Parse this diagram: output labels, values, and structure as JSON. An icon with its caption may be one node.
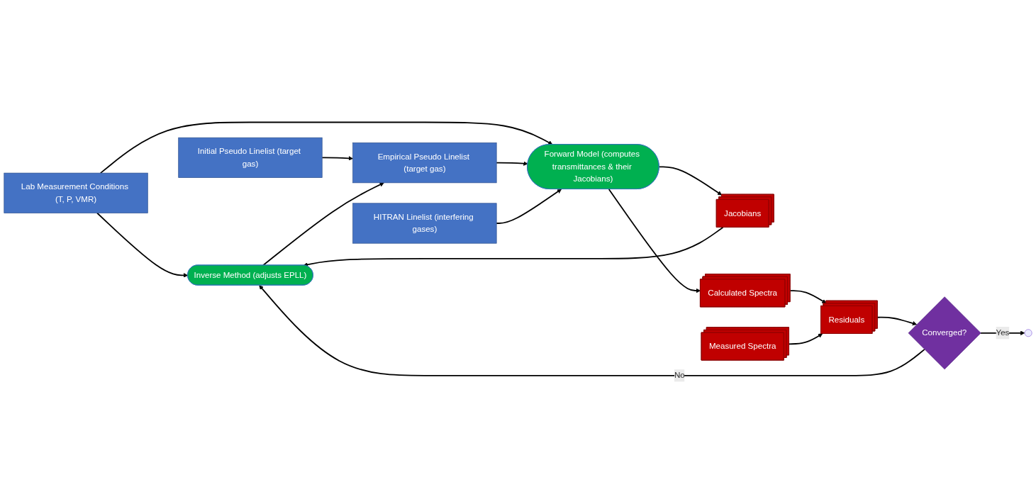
{
  "diagram": {
    "nodes": [
      {
        "text": [
          "Inverse Method (adjusts EPLL)"
        ]
      },
      {
        "text": [
          "Converged?"
        ]
      },
      {
        "text": [
          "Initial Pseudo Linelist (target gas)"
        ]
      },
      {
        "text": [
          "Lab Measurement Conditions (T, P, VMR)"
        ]
      },
      {
        "text": [
          "Jacobians"
        ]
      },
      {
        "text": [
          "Empirical Pseudo Linelist (target gas)"
        ]
      },
      {
        "text": [
          "Forward Model (computes transmittances & their Jacobians)"
        ]
      },
      {
        "text": [
          "Calculated Spectra"
        ]
      },
      {
        "text": [
          "Residuals"
        ]
      },
      {
        "text": [
          "HITRAN Linelist (interfering gases)"
        ]
      },
      {
        "text": [
          "Measured Spectra"
        ]
      }
    ],
    "edges": [
      {
        "from": 1,
        "to": 0,
        "arrow": "to",
        "label": "No"
      },
      {
        "from": 1,
        "to": null,
        "arrow": "to",
        "label": "Yes"
      },
      {
        "from": 2,
        "to": 5,
        "arrow": "to"
      },
      {
        "from": 0,
        "to": 5,
        "arrow": "to"
      },
      {
        "from": 3,
        "to": 0,
        "arrow": "to"
      },
      {
        "from": 3,
        "to": 6,
        "arrow": "to"
      },
      {
        "from": 5,
        "to": 6,
        "arrow": "to"
      },
      {
        "from": 9,
        "to": 6,
        "arrow": "to"
      },
      {
        "from": 6,
        "to": 4,
        "arrow": "to"
      },
      {
        "from": 6,
        "to": 7,
        "arrow": "to"
      },
      {
        "from": 4,
        "to": 0,
        "arrow": "to"
      },
      {
        "from": 7,
        "to": 8,
        "arrow": "to"
      },
      {
        "from": 10,
        "to": 8,
        "arrow": "to"
      },
      {
        "from": 8,
        "to": 1,
        "arrow": "to"
      }
    ]
  }
}
